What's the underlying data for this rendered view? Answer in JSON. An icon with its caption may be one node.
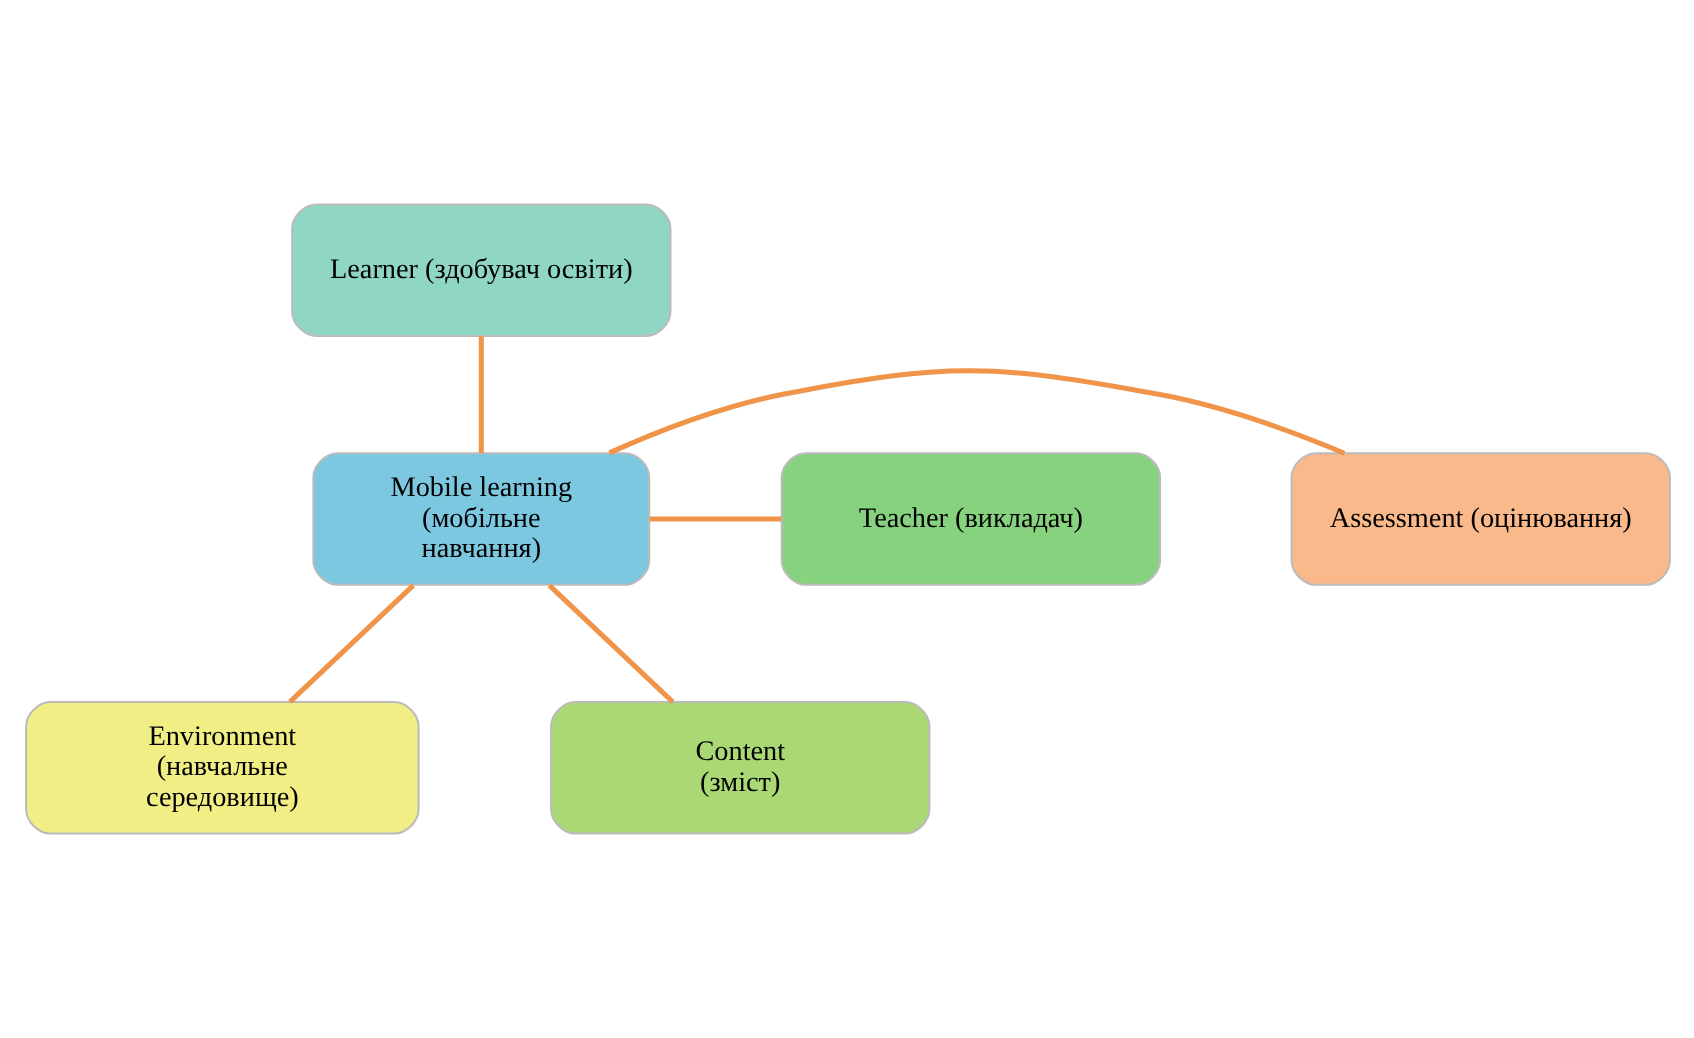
{
  "diagram": {
    "nodes": [
      {
        "text": [
          "Learner (здобувач освіти)"
        ]
      },
      {
        "text": [
          "Assessment (оцінювання)"
        ]
      },
      {
        "text": [
          "Teacher (викладач)"
        ]
      },
      {
        "text": [
          "Mobile learning (мобільне навчання)"
        ]
      },
      {
        "text": [
          "Environment (навчальне середовище)"
        ]
      },
      {
        "text": [
          "Content (зміст)"
        ]
      }
    ],
    "edges": [
      {
        "from": 3,
        "to": 0,
        "arrow": "none"
      },
      {
        "from": 3,
        "to": 1,
        "arrow": "none"
      },
      {
        "from": 3,
        "to": 2,
        "arrow": "none"
      },
      {
        "from": 3,
        "to": 4,
        "arrow": "none"
      },
      {
        "from": 3,
        "to": 5,
        "arrow": "none"
      }
    ]
  }
}
